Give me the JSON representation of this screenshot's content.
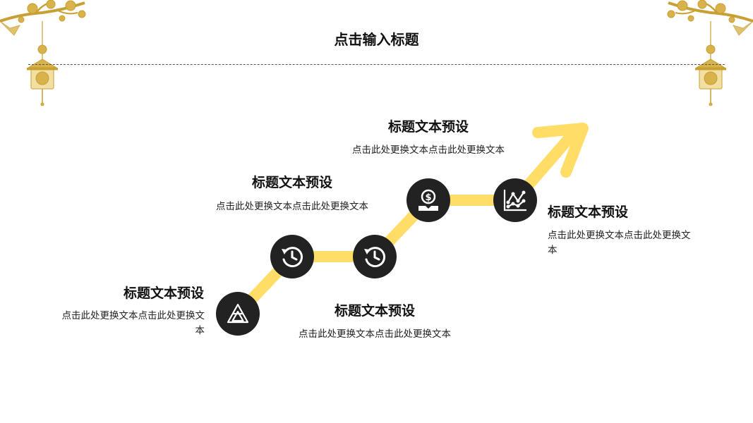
{
  "slide": {
    "title": "点击输入标题"
  },
  "steps": [
    {
      "title": "标题文本预设",
      "description": "点击此处更换文本点击此处更换文本",
      "icon": "triangle-icon"
    },
    {
      "title": "标题文本预设",
      "description": "点击此处更换文本点击此处更换文本",
      "icon": "history-clock-icon"
    },
    {
      "title": "标题文本预设",
      "description": "点击此处更换文本点击此处更换文本",
      "icon": "history-clock-icon"
    },
    {
      "title": "标题文本预设",
      "description": "点击此处更换文本点击此处更换文本",
      "icon": "money-hand-icon"
    },
    {
      "title": "标题文本预设",
      "description": "点击此处更换文本点击此处更换文本",
      "icon": "line-chart-icon"
    }
  ],
  "colors": {
    "path": "#FFDD66",
    "node": "#222222",
    "ornament": "#D8B24A"
  }
}
